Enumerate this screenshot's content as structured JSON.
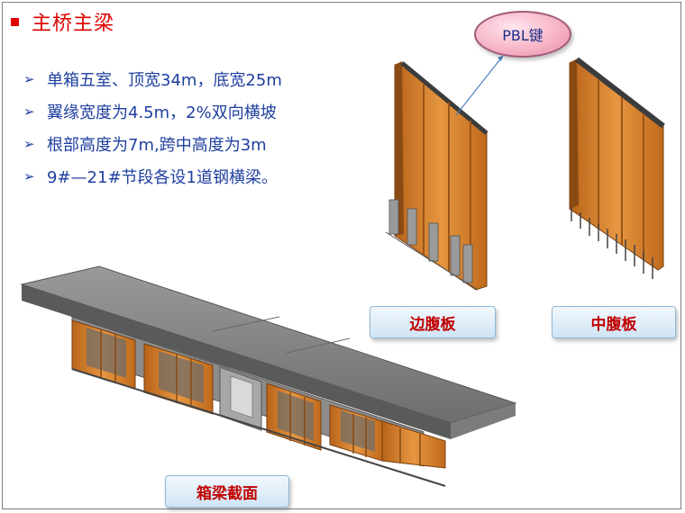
{
  "slide": {
    "title": "主桥主梁",
    "points": [
      "单箱五室、顶宽34m，底宽25m",
      "翼缘宽度为4.5m，2%双向横坡",
      "根部高度为7m,跨中高度为3m",
      "9#—21#节段各设1道钢横梁。"
    ],
    "callout": "PBL键",
    "labels": {
      "side_web": "边腹板",
      "middle_web": "中腹板",
      "box_section": "箱梁截面"
    }
  },
  "colors": {
    "title": "#e00000",
    "text": "#1f3f9f",
    "steel_orange": "#d9852a",
    "concrete_gray": "#8c8c8c",
    "label_text": "#c00000"
  },
  "icons": {
    "bullet": "red-square-bullet",
    "arrow": "chevron-right-icon"
  }
}
